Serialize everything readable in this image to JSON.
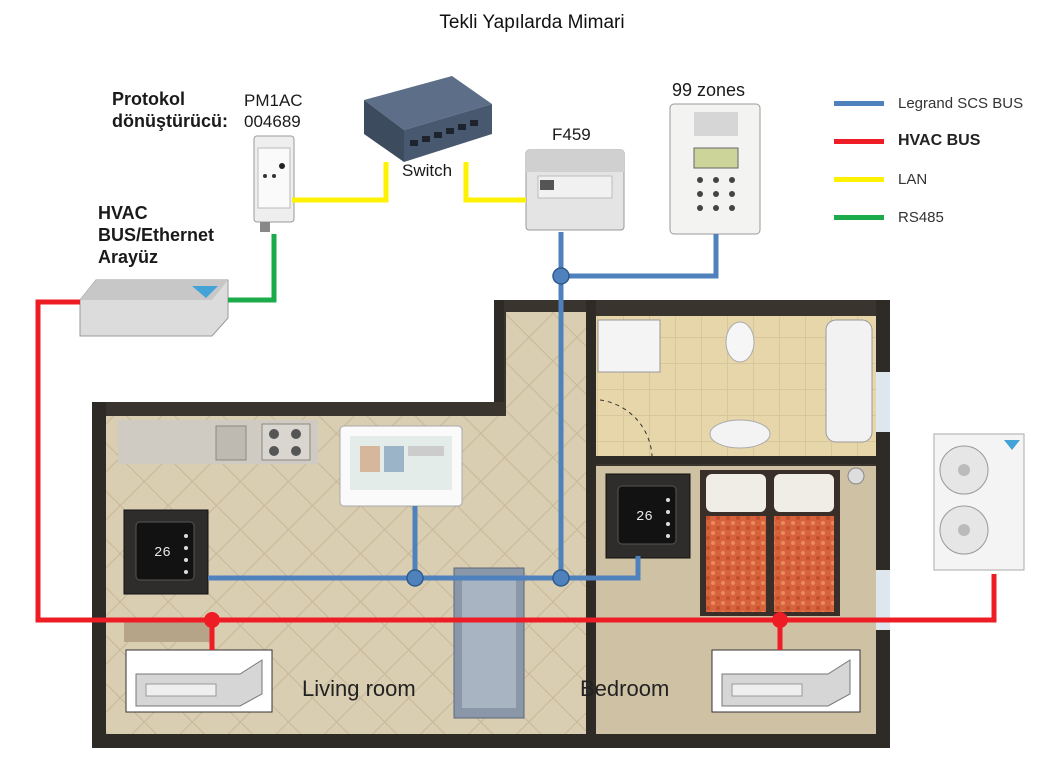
{
  "title": "Tekli Yapılarda Mimari",
  "labels": {
    "protocol_converter": [
      "Protokol",
      "dönüştürücü:"
    ],
    "pm1ac": [
      "PM1AC",
      "004689"
    ],
    "switch": "Switch",
    "f459": "F459",
    "zones": "99 zones",
    "hvac_interface": [
      "HVAC",
      "BUS/Ethernet",
      "Arayüz"
    ],
    "living_room": "Living room",
    "bedroom": "Bedroom"
  },
  "legend": [
    {
      "label": "Legrand SCS BUS",
      "color": "#4f81bd",
      "bold": false
    },
    {
      "label": "HVAC BUS",
      "color": "#ee1c25",
      "bold": true
    },
    {
      "label": "LAN",
      "color": "#fff200",
      "bold": false
    },
    {
      "label": "RS485",
      "color": "#1bab4b",
      "bold": false
    }
  ],
  "colors": {
    "scs_bus": "#4f81bd",
    "hvac_bus": "#ee1c25",
    "lan": "#fff200",
    "rs485": "#1bab4b",
    "floor_wood": "#e2d3b4",
    "wall": "#2e2a26",
    "bed_red": "#d7623b"
  },
  "thermostat_display": "26"
}
